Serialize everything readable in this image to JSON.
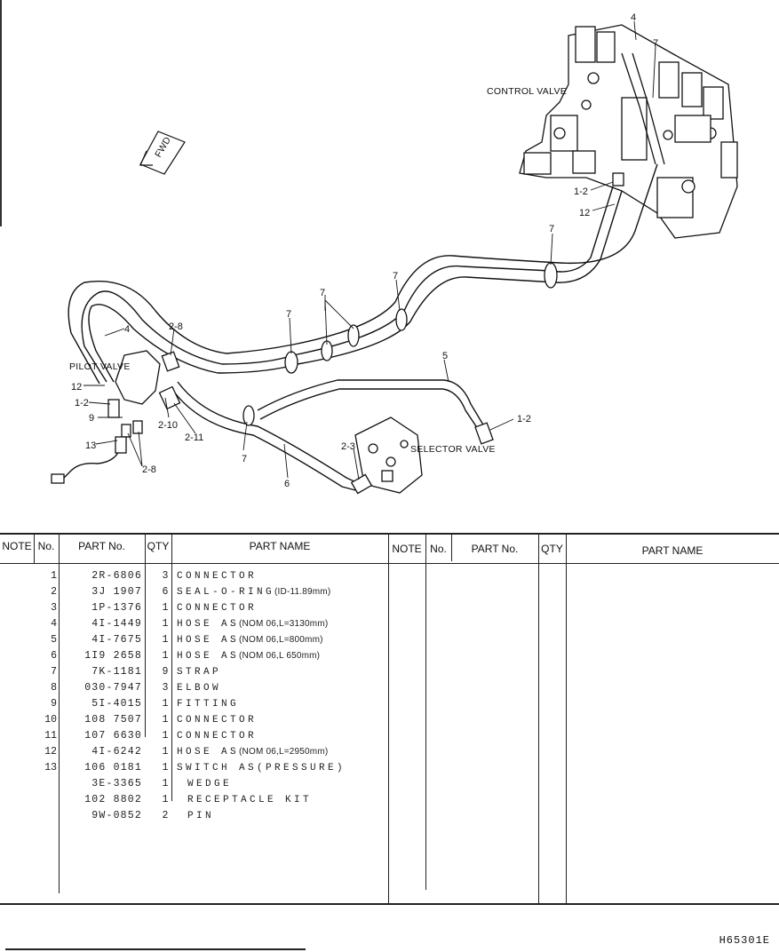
{
  "diagram": {
    "labels": {
      "control_valve": "CONTROL VALVE",
      "pilot_valve": "PILOT VALVE",
      "selector_valve": "SELECTOR VALVE",
      "fwd": "FWD"
    },
    "callouts": [
      "4",
      "7",
      "1-2",
      "12",
      "7",
      "7",
      "7",
      "7",
      "4",
      "2-8",
      "12",
      "1-2",
      "9",
      "13",
      "2-10",
      "2-11",
      "7",
      "5",
      "1-2",
      "2-3",
      "6",
      "2-8"
    ]
  },
  "table": {
    "headers": {
      "note": "NOTE",
      "no": "No.",
      "part_no": "PART No.",
      "qty": "QTY",
      "part_name": "PART NAME"
    },
    "rows": [
      {
        "no": "1",
        "part_no": "2R-6806",
        "qty": "3",
        "name": "CONNECTOR",
        "suffix": ""
      },
      {
        "no": "2",
        "part_no": "3J 1907",
        "qty": "6",
        "name": "SEAL-O-RING",
        "suffix": "(ID-11.89mm)"
      },
      {
        "no": "3",
        "part_no": "1P-1376",
        "qty": "1",
        "name": "CONNECTOR",
        "suffix": ""
      },
      {
        "no": "4",
        "part_no": "4I-1449",
        "qty": "1",
        "name": "HOSE AS",
        "suffix": "(NOM 06,L=3130mm)"
      },
      {
        "no": "5",
        "part_no": "4I-7675",
        "qty": "1",
        "name": "HOSE AS",
        "suffix": "(NOM 06,L=800mm)"
      },
      {
        "no": "6",
        "part_no": "1I9 2658",
        "qty": "1",
        "name": "HOSE AS",
        "suffix": "(NOM 06,L 650mm)"
      },
      {
        "no": "7",
        "part_no": "7K-1181",
        "qty": "9",
        "name": "STRAP",
        "suffix": ""
      },
      {
        "no": "8",
        "part_no": "030-7947",
        "qty": "3",
        "name": "ELBOW",
        "suffix": ""
      },
      {
        "no": "9",
        "part_no": "5I-4015",
        "qty": "1",
        "name": "FITTING",
        "suffix": ""
      },
      {
        "no": "10",
        "part_no": "108 7507",
        "qty": "1",
        "name": "CONNECTOR",
        "suffix": ""
      },
      {
        "no": "11",
        "part_no": "107 6630",
        "qty": "1",
        "name": "CONNECTOR",
        "suffix": ""
      },
      {
        "no": "12",
        "part_no": "4I-6242",
        "qty": "1",
        "name": "HOSE AS",
        "suffix": "(NOM 06,L=2950mm)"
      },
      {
        "no": "13",
        "part_no": "106 0181",
        "qty": "1",
        "name": "SWITCH AS(PRESSURE)",
        "suffix": ""
      },
      {
        "no": "",
        "part_no": "3E-3365",
        "qty": "1",
        "name": "WEDGE",
        "suffix": "",
        "indent": true
      },
      {
        "no": "",
        "part_no": "102 8802",
        "qty": "1",
        "name": "RECEPTACLE KIT",
        "suffix": "",
        "indent": true
      },
      {
        "no": "",
        "part_no": "9W-0852",
        "qty": "2",
        "name": "PIN",
        "suffix": "",
        "indent": true
      }
    ]
  },
  "footer": {
    "doc_code": "H65301E"
  }
}
